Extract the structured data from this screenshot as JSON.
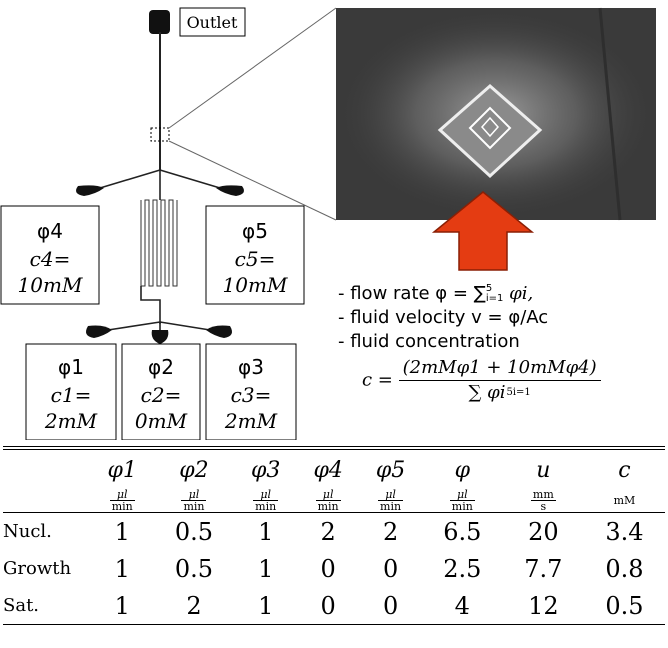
{
  "outlet_label": "Outlet",
  "inlet_boxes": [
    {
      "phi": "φ4",
      "c1": "c4=",
      "c2": "10mM"
    },
    {
      "phi": "φ5",
      "c1": "c5=",
      "c2": "10mM"
    },
    {
      "phi": "φ1",
      "c1": "c1=",
      "c2": "2mM"
    },
    {
      "phi": "φ2",
      "c1": "c2=",
      "c2": "0mM"
    },
    {
      "phi": "φ3",
      "c1": "c3=",
      "c2": "2mM"
    }
  ],
  "notes": {
    "flow_rate": "- flow rate φ = ∑",
    "flow_rate_sum": "5",
    "flow_rate_idx": "i=1",
    "flow_rate_tail": "φi,",
    "velocity": "- fluid velocity v = φ/Ac",
    "concentration": "- fluid concentration",
    "conc_lhs": "c =",
    "conc_num": "(2mMφ1 + 10mMφ4)",
    "conc_den": "∑ φi",
    "conc_den_sup": "5",
    "conc_den_sub": "i=1"
  },
  "table": {
    "headers": [
      "φ1",
      "φ2",
      "φ3",
      "φ4",
      "φ5",
      "φ",
      "u",
      "c"
    ],
    "units": [
      {
        "num": "μl",
        "den": "min"
      },
      {
        "num": "μl",
        "den": "min"
      },
      {
        "num": "μl",
        "den": "min"
      },
      {
        "num": "μl",
        "den": "min"
      },
      {
        "num": "μl",
        "den": "min"
      },
      {
        "num": "μl",
        "den": "min"
      },
      {
        "num": "mm",
        "den": "s"
      },
      {
        "num": "mM",
        "den": ""
      }
    ],
    "rows": [
      {
        "label": "Nucl.",
        "values": [
          "1",
          "0.5",
          "1",
          "2",
          "2",
          "6.5",
          "20",
          "3.4"
        ]
      },
      {
        "label": "Growth",
        "values": [
          "1",
          "0.5",
          "1",
          "0",
          "0",
          "2.5",
          "7.7",
          "0.8"
        ]
      },
      {
        "label": "Sat.",
        "values": [
          "1",
          "2",
          "1",
          "0",
          "0",
          "4",
          "12",
          "0.5"
        ]
      }
    ]
  },
  "colors": {
    "arrow": "#e43c12",
    "arrow_stroke": "#8a1f05",
    "micrograph_bg": "#3a3a3a",
    "crystal": "#d8d8d8"
  }
}
